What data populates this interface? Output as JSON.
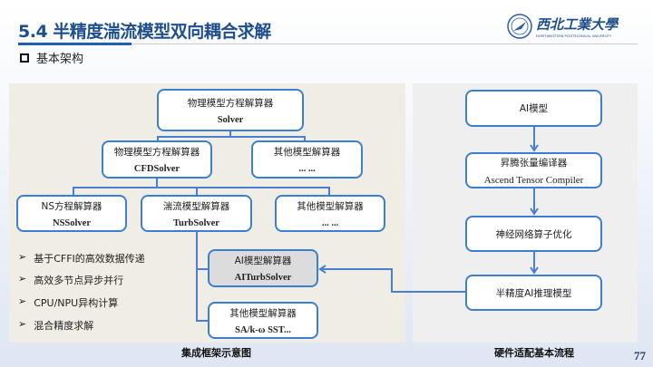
{
  "header": {
    "title": "5.4 半精度湍流模型双向耦合求解",
    "subtitle": "基本架构",
    "logo_text": "西北工業大學",
    "logo_subtext": "NORTHWESTERN POLYTECHNICAL UNIVERSITY"
  },
  "left": {
    "caption": "集成框架示意图",
    "boxes": {
      "solver": {
        "cn": "物理模型方程解算器",
        "en": "Solver"
      },
      "cfd": {
        "cn": "物理模型方程解算器",
        "en": "CFDSolver"
      },
      "other1": {
        "cn": "其他模型解算器",
        "en": "... ..."
      },
      "ns": {
        "cn": "NS方程解算器",
        "en": "NSSolver"
      },
      "turb": {
        "cn": "湍流模型解算器",
        "en": "TurbSolver"
      },
      "other2": {
        "cn": "其他模型解算器",
        "en": "... ..."
      },
      "ai": {
        "cn": "AI模型解算器",
        "en": "AITurbSolver"
      },
      "sa": {
        "cn": "其他模型解算器",
        "en": "SA/k-ω SST..."
      }
    },
    "bullets": [
      "基于CFFI的高效数据传递",
      "高效多节点异步并行",
      "CPU/NPU异构计算",
      "混合精度求解"
    ],
    "bullet_marker": "➢"
  },
  "right": {
    "caption": "硬件适配基本流程",
    "steps": [
      {
        "cn": "AI模型"
      },
      {
        "cn": "昇腾张量编译器",
        "en": "Ascend Tensor Compiler"
      },
      {
        "cn": "神经网络算子优化"
      },
      {
        "cn": "半精度AI推理模型"
      }
    ]
  },
  "page_number": "77",
  "colors": {
    "accent": "#1f4e8c",
    "box_border": "#3a7fd0",
    "highlight_box": "#dcdcdc"
  }
}
